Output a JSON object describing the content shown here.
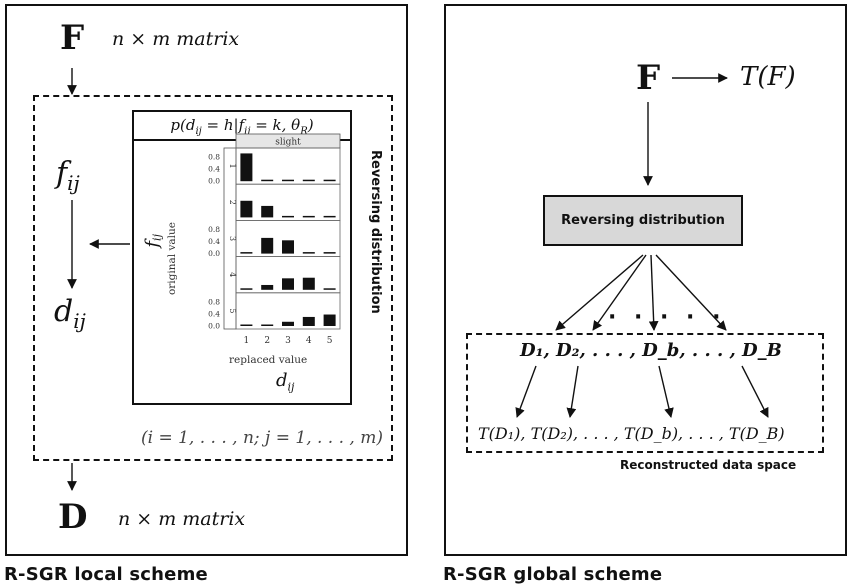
{
  "local": {
    "caption": "R-SGR local scheme",
    "F_symbol": "F",
    "F_matrix": "n × m matrix",
    "D_symbol": "D",
    "D_matrix": "n × m matrix",
    "f_ij": "f",
    "f_sub": "ij",
    "d_ij": "d",
    "d_sub": "ij",
    "index_range": "(i = 1, . . . , n; j = 1, . . . , m)",
    "side_label": "Reversing distribution",
    "inset": {
      "formula": "p(d",
      "formula_sub": "ij",
      "formula_mid": " = h|f",
      "formula_sub2": "ij",
      "formula_end": " = k, θ",
      "formula_sub3": "R",
      "formula_close": ")",
      "strip_label": "slight",
      "y_axis_label": "original value",
      "y_axis_symbol": "f",
      "y_axis_symbol_sub": "ij",
      "x_axis_label": "replaced value",
      "x_axis_symbol": "d",
      "x_axis_symbol_sub": "ij",
      "x_ticks": [
        "1",
        "2",
        "3",
        "4",
        "5"
      ],
      "row_labels": [
        "1",
        "2",
        "3",
        "4",
        "5"
      ],
      "y_tick_values": [
        "0.8",
        "0.4",
        "0.0"
      ],
      "rows": [
        [
          0.92,
          0.0,
          0.0,
          0.0,
          0.0
        ],
        [
          0.55,
          0.38,
          0.0,
          0.0,
          0.0
        ],
        [
          0.0,
          0.52,
          0.44,
          0.0,
          0.0
        ],
        [
          0.0,
          0.16,
          0.38,
          0.4,
          0.0
        ],
        [
          0.0,
          0.0,
          0.14,
          0.3,
          0.38
        ]
      ]
    }
  },
  "global": {
    "caption": "R-SGR global scheme",
    "F_symbol": "F",
    "T_F": "T(F)",
    "box_label": "Reversing distribution",
    "dots": "· · · · ·",
    "D_row": "D₁, D₂, . . . , D_b, . . . , D_B",
    "T_row": "T(D₁), T(D₂), . . . , T(D_b), . . . , T(D_B)",
    "space_label": "Reconstructed data space"
  }
}
